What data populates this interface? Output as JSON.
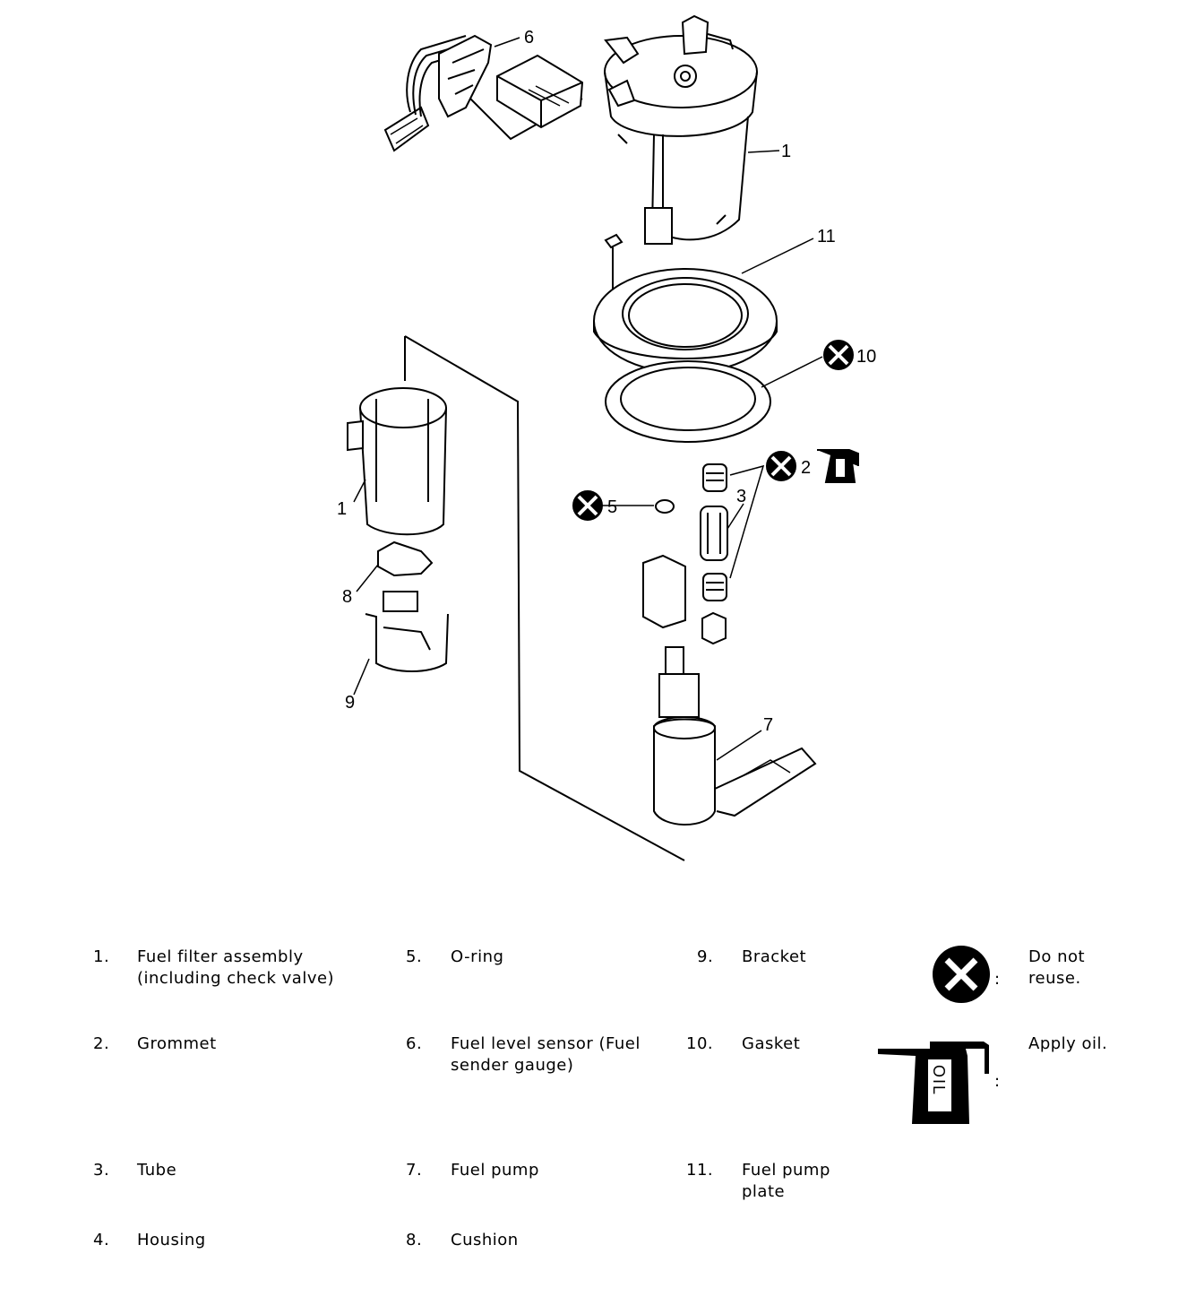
{
  "callouts": [
    "6",
    "1",
    "11",
    "10",
    "2",
    "3",
    "5",
    "1",
    "8",
    "9",
    "7"
  ],
  "legend": [
    {
      "num": "1.",
      "lines": [
        "Fuel filter assembly",
        "(including check valve)"
      ]
    },
    {
      "num": "2.",
      "lines": [
        "Grommet"
      ]
    },
    {
      "num": "3.",
      "lines": [
        "Tube"
      ]
    },
    {
      "num": "4.",
      "lines": [
        "Housing"
      ]
    },
    {
      "num": "5.",
      "lines": [
        "O-ring"
      ]
    },
    {
      "num": "6.",
      "lines": [
        "Fuel level sensor (Fuel",
        "sender gauge)"
      ]
    },
    {
      "num": "7.",
      "lines": [
        "Fuel pump"
      ]
    },
    {
      "num": "8.",
      "lines": [
        "Cushion"
      ]
    },
    {
      "num": "9.",
      "lines": [
        "Bracket"
      ]
    },
    {
      "num": "10.",
      "lines": [
        "Gasket"
      ]
    },
    {
      "num": "11.",
      "lines": [
        "Fuel pump",
        "plate"
      ]
    }
  ],
  "symbols": {
    "do_not_reuse": {
      "icon": "do-not-reuse-icon",
      "colon": ":",
      "lines": [
        "Do not",
        "reuse."
      ]
    },
    "apply_oil": {
      "icon": "oil-can-icon",
      "label": "OIL",
      "colon": ":",
      "text": "Apply oil."
    }
  }
}
